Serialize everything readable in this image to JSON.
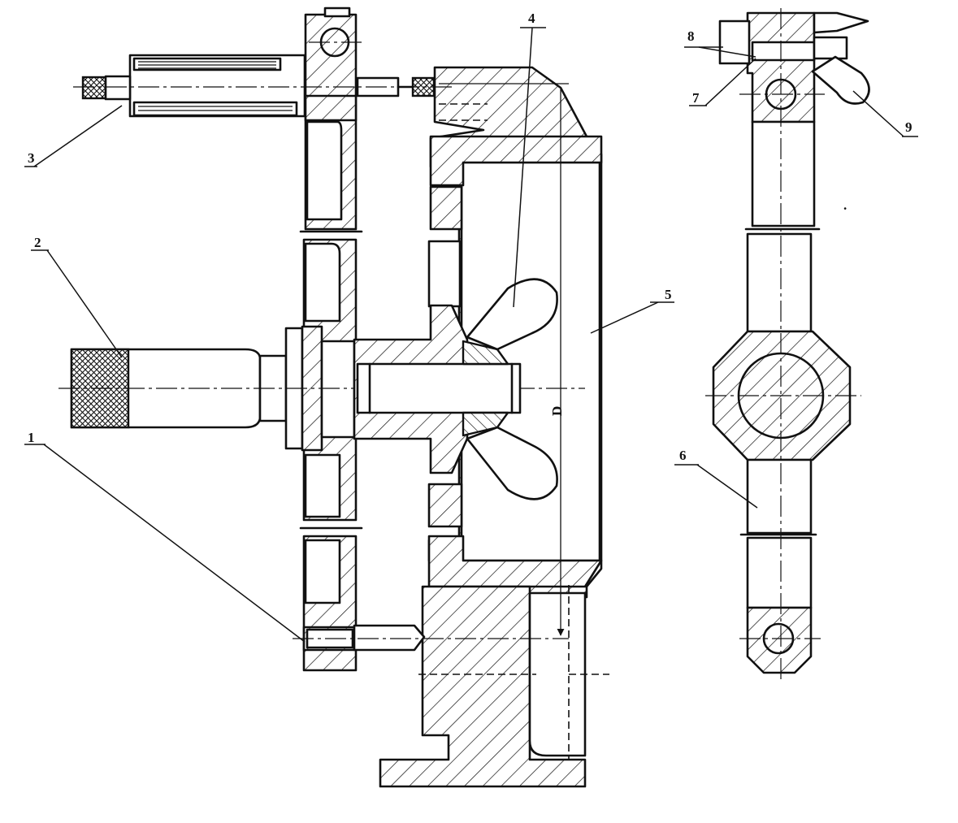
{
  "labels": {
    "part_1": "1",
    "part_2": "2",
    "part_3": "3",
    "part_4": "4",
    "part_5": "5",
    "part_6": "6",
    "part_7": "7",
    "part_8": "8",
    "part_9": "9"
  },
  "dimension": "D",
  "colors": {
    "ink": "#111111",
    "paper": "#ffffff"
  }
}
